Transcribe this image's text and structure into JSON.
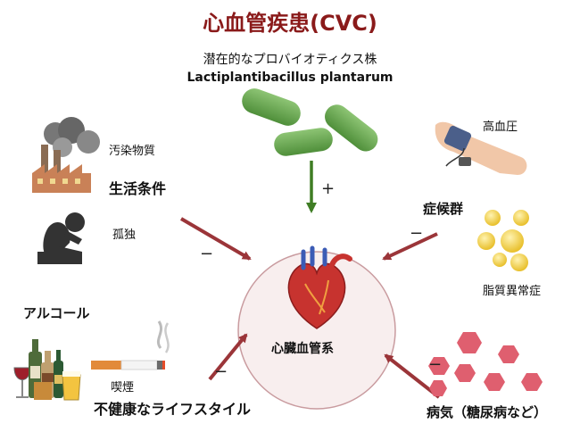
{
  "title": "心血管疾患(CVC)",
  "probiotic": {
    "label": "潜在的なプロバイオティクス株",
    "species": "Lactiplantibacillus plantarum",
    "effect_sign": "+"
  },
  "center_label": "心臓血管系",
  "factors": {
    "pollutants": "汚染物質",
    "living_conditions": "生活条件",
    "isolation": "孤独",
    "alcohol": "アルコール",
    "smoking": "喫煙",
    "unhealthy_lifestyle": "不健康なライフスタイル",
    "hypertension": "高血圧",
    "syndrome": "症候群",
    "dyslipidemia": "脂質異常症",
    "disease": "病気（糖尿病など）"
  },
  "negative_sign": "−",
  "colors": {
    "title": "#8a1a1a",
    "bacteria": "#6faa57",
    "positive_arrow": "#3f7d24",
    "negative_arrow": "#9b3539",
    "center_fill": "#f8eeee",
    "center_stroke": "#c99b9f",
    "lipid": "#f2d04a",
    "disease_cells": "#df5f6f"
  }
}
